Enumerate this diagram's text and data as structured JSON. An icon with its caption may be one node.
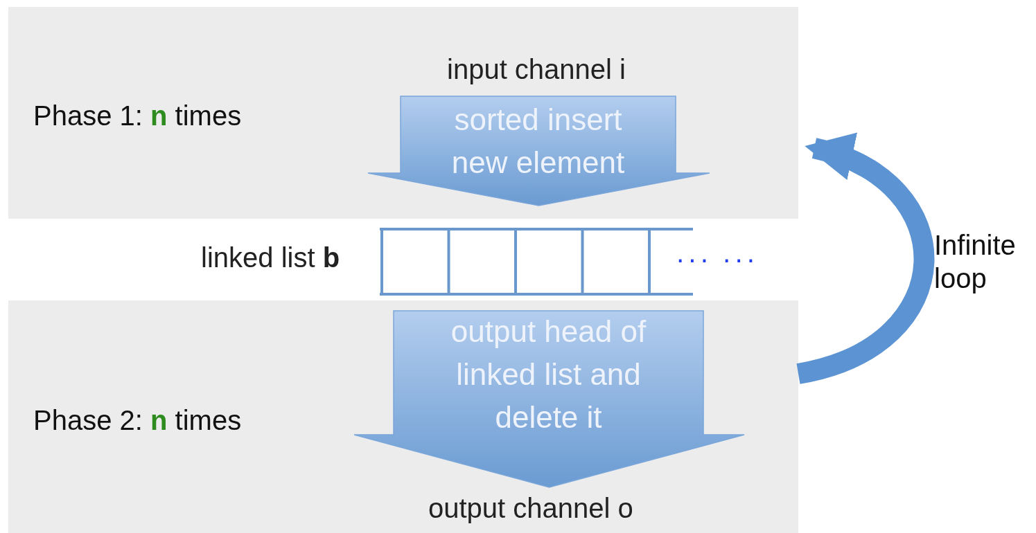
{
  "diagram": {
    "nodes": [
      {
        "text": [
          "Phase 1: **n** times"
        ]
      },
      {
        "text": [
          "sorted insert new element"
        ],
        "in": 0,
        "beside": [
          "input channel i"
        ]
      },
      {
        "text": [],
        "shape": "box",
        "beside": [
          "linked list **b**"
        ]
      },
      {
        "text": [
          "Phase 2: **n** times"
        ]
      },
      {
        "text": [
          "output head of linked list and delete it"
        ],
        "in": 3,
        "beside": [
          "output channel o"
        ]
      }
    ],
    "edges": [
      {
        "from": 3,
        "to": 0,
        "arrow": "to",
        "label": "Infinite loop"
      }
    ],
    "labels": [
      "··· ···"
    ]
  }
}
